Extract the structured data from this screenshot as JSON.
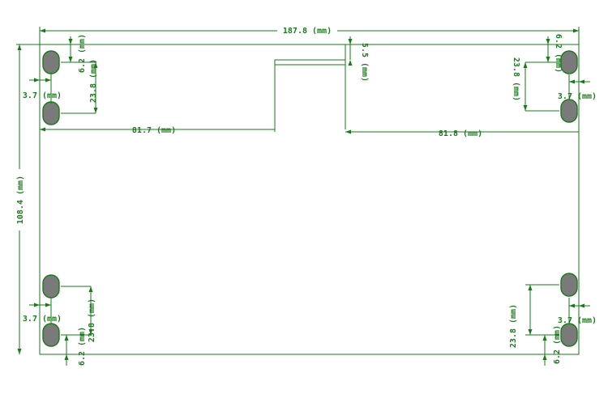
{
  "drawing": {
    "colors": {
      "ink": "#1a7a1a",
      "pad_fill": "#7a7a7a",
      "background": "#ffffff"
    },
    "labels": {
      "width_total": "187.8 (mm)",
      "height_total": "108.4 (mm)",
      "connector_offset": "5.5 (mm)",
      "left_to_connector": "81.7 (mm)",
      "right_to_connector": "81.8 (mm)",
      "hole_edge_x": "3.7 (mm)",
      "hole_edge_y": "6.2 (mm)",
      "hole_pitch": "23.8 (mm)"
    }
  }
}
